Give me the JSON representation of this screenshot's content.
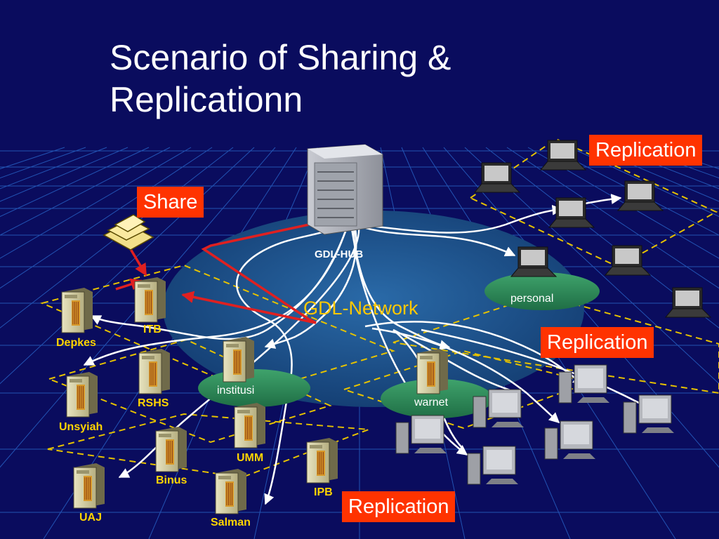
{
  "slide": {
    "title_line1": "Scenario of Sharing &",
    "title_line2": "Replicationn"
  },
  "callouts": {
    "share": "Share",
    "replication_top": "Replication",
    "replication_mid": "Replication",
    "replication_bottom": "Replication"
  },
  "hub": {
    "label": "GDL-HUB",
    "network_label": "GDL-Network"
  },
  "groups": {
    "personal": "personal",
    "institusi": "institusi",
    "warnet": "warnet"
  },
  "nodes": {
    "depkes": "Depkes",
    "itb": "ITB",
    "unsyiah": "Unsyiah",
    "rshs": "RSHS",
    "umm": "UMM",
    "binus": "Binus",
    "ipb": "IPB",
    "uaj": "UAJ",
    "salman": "Salman"
  },
  "colors": {
    "background": "#0a0c5e",
    "grid": "#2a6bd0",
    "dashed_border": "#e6c200",
    "callout": "#ff3300",
    "node_label": "#ffd400",
    "cloud": "#1c4f8a",
    "group_ellipse": "#2e8b57",
    "share_arrow": "#e02020"
  }
}
